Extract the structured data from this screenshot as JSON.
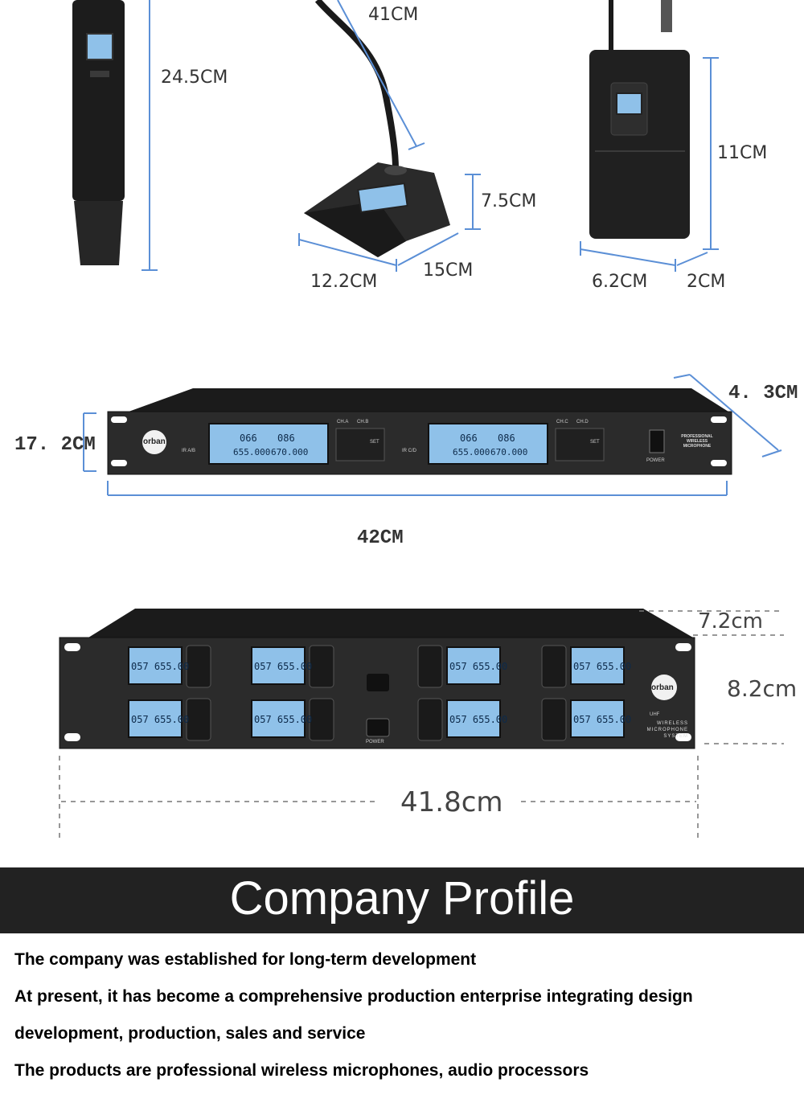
{
  "dimensions": {
    "handheld_height": "24.5CM",
    "gooseneck_length": "41CM",
    "base_height": "7.5CM",
    "base_width": "12.2CM",
    "base_depth": "15CM",
    "bodypack_height": "11CM",
    "bodypack_width": "6.2CM",
    "bodypack_depth": "2CM",
    "receiver1_height": "17. 2CM",
    "receiver1_depth": "4. 3CM",
    "receiver1_width": "42CM",
    "receiver2_depth": "7.2cm",
    "receiver2_height": "8.2cm",
    "receiver2_width": "41.8cm"
  },
  "receiver1": {
    "channels": [
      "066",
      "086"
    ],
    "freqs": [
      "655.000",
      "670.000"
    ],
    "labels": {
      "ir_ab": "IR A/B",
      "ir_cd": "IR C/D",
      "ch_a": "CH.A",
      "ch_b": "CH.B",
      "ch_c": "CH.C",
      "ch_d": "CH.D",
      "set": "SET",
      "power": "POWER",
      "brand": "PROFESSIONAL WIRELESS MICROPHONE"
    }
  },
  "receiver2": {
    "lcd_text": "057 655.00",
    "labels": {
      "power": "POWER",
      "brand": "WIRELESS MICROPHONE SYSTEM",
      "uhf": "UHF"
    }
  },
  "brand_logo": "orban",
  "section": {
    "title": "Company Profile",
    "lines": [
      "The company was established for long-term development",
      "At present, it has become a comprehensive production enterprise integrating design",
      "development, production, sales and service",
      "The products are professional wireless microphones, audio processors"
    ]
  },
  "colors": {
    "banner_bg": "#222222",
    "lcd": "#8fc1e9",
    "dimension_line": "#5b8fd6"
  }
}
